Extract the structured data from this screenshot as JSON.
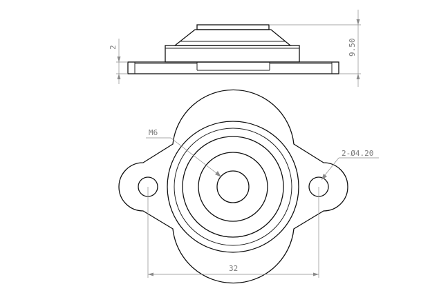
{
  "dimensions": {
    "height_total": "9.50",
    "base_thickness": "2",
    "thread_callout": "M6",
    "mount_hole_callout": "2-Ø4.20",
    "hole_spacing": "32"
  },
  "colors": {
    "line": "#111111",
    "dimension_line": "#8a8a8a",
    "background": "#ffffff"
  }
}
